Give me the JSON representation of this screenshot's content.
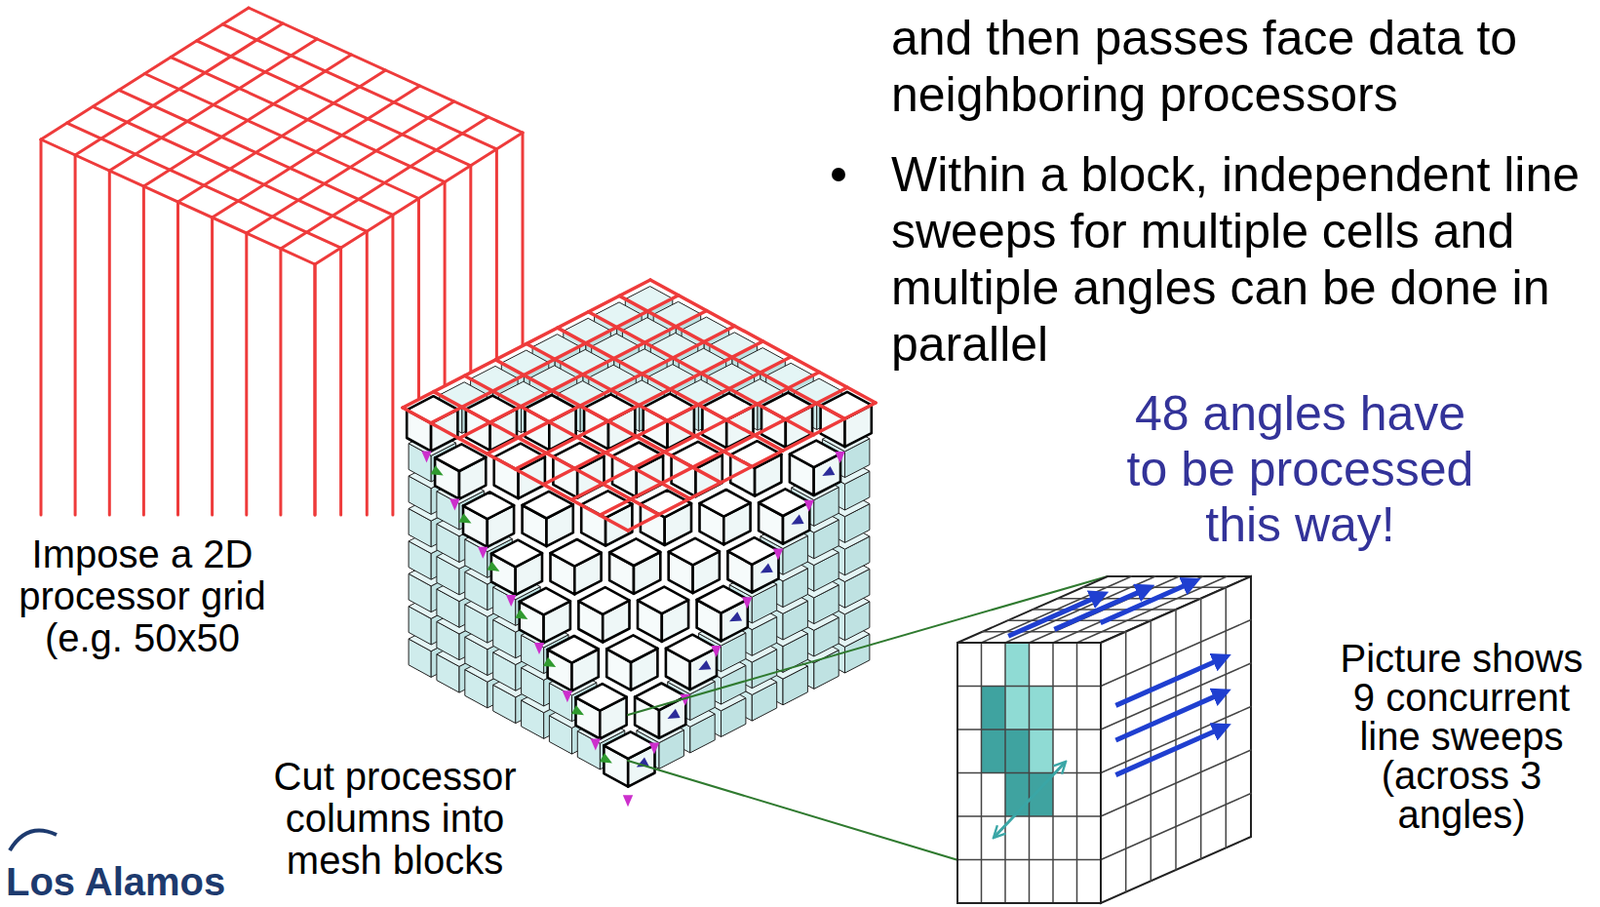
{
  "diagram": {
    "labels": [
      "and then passes face data to neighboring processors",
      "Within a block, independent line sweeps for multiple cells and multiple angles can be done in parallel",
      "48 angles have to be processed this way!",
      "Impose a 2D processor grid (e.g. 50x50",
      "Picture shows 9 concurrent line sweeps (across 3 angles)",
      "Cut processor columns into mesh blocks",
      "Los Alamos"
    ]
  }
}
